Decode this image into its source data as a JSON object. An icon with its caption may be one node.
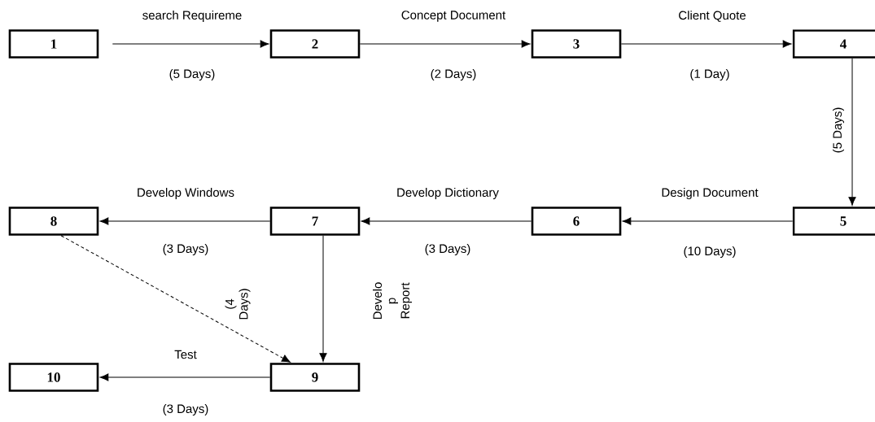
{
  "diagram": {
    "nodes": [
      {
        "text": [
          "1"
        ]
      },
      {
        "text": [
          "2"
        ]
      },
      {
        "text": [
          "3"
        ]
      },
      {
        "text": [
          "4"
        ]
      },
      {
        "text": [
          "5"
        ]
      },
      {
        "text": [
          "6"
        ]
      },
      {
        "text": [
          "7"
        ]
      },
      {
        "text": [
          "8"
        ]
      },
      {
        "text": [
          "9"
        ]
      },
      {
        "text": [
          "10"
        ]
      }
    ],
    "edges": [
      {
        "from": 0,
        "to": 1,
        "arrow": "to",
        "label": "search Requireme"
      },
      {
        "from": 1,
        "to": 2,
        "arrow": "to",
        "label": "Concept Document"
      },
      {
        "from": 2,
        "to": 3,
        "arrow": "to",
        "label": "Client Quote"
      },
      {
        "from": 3,
        "to": 4,
        "arrow": "to",
        "label": "(5 Days)"
      },
      {
        "from": 4,
        "to": 5,
        "arrow": "to",
        "label": "Design Document"
      },
      {
        "from": 5,
        "to": 6,
        "arrow": "to",
        "label": "Develop Dictionary"
      },
      {
        "from": 6,
        "to": 7,
        "arrow": "to",
        "label": "Develop Windows"
      },
      {
        "from": 6,
        "to": 8,
        "arrow": "to",
        "label": "Develo p Report"
      },
      {
        "from": 7,
        "to": 8,
        "arrow": "to",
        "label": "(4 Days)",
        "style": "dashed"
      },
      {
        "from": 8,
        "to": 9,
        "arrow": "to",
        "label": "Test"
      }
    ],
    "labels": [
      "(5 Days)",
      "(2 Days)",
      "(1 Day)",
      "(3 Days)",
      "(3 Days)",
      "(10 Days)",
      "(3 Days)"
    ]
  }
}
